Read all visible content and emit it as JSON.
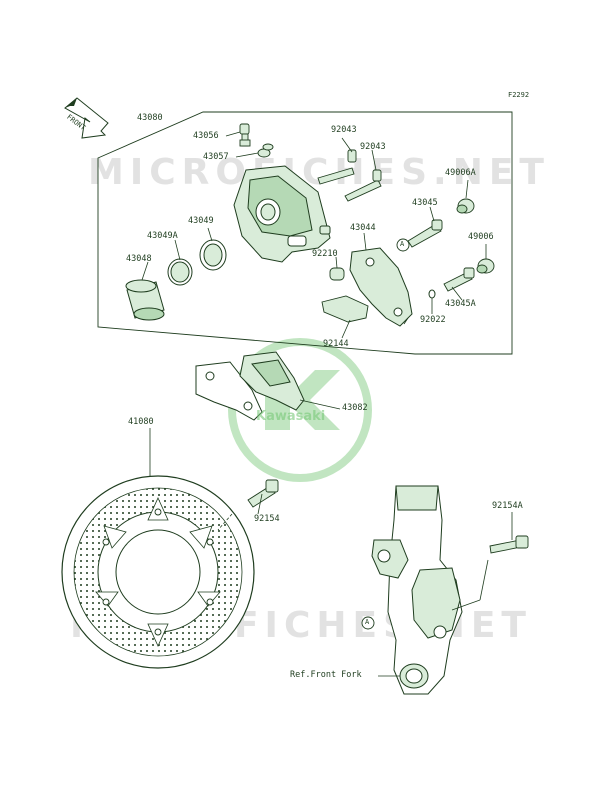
{
  "diagram_code": "F2292",
  "front_arrow_label": "FRONT",
  "watermark_text_top": "MICROFICHES.NET",
  "watermark_text_bottom": "MICROFICHES.NET",
  "logo_text": "Kawasaki",
  "reference_text": "Ref.Front Fork",
  "marker_label": "A",
  "parts": [
    {
      "id": "p43080",
      "number": "43080"
    },
    {
      "id": "p43056",
      "number": "43056"
    },
    {
      "id": "p43057",
      "number": "43057"
    },
    {
      "id": "p92043a",
      "number": "92043"
    },
    {
      "id": "p92043b",
      "number": "92043"
    },
    {
      "id": "p49006a",
      "number": "49006A"
    },
    {
      "id": "p43045",
      "number": "43045"
    },
    {
      "id": "p43049",
      "number": "43049"
    },
    {
      "id": "p43049a",
      "number": "43049A"
    },
    {
      "id": "p43044",
      "number": "43044"
    },
    {
      "id": "p49006",
      "number": "49006"
    },
    {
      "id": "p43048",
      "number": "43048"
    },
    {
      "id": "p92210",
      "number": "92210"
    },
    {
      "id": "p43045a",
      "number": "43045A"
    },
    {
      "id": "p92022",
      "number": "92022"
    },
    {
      "id": "p92144",
      "number": "92144"
    },
    {
      "id": "p43082",
      "number": "43082"
    },
    {
      "id": "p41080",
      "number": "41080"
    },
    {
      "id": "p92154",
      "number": "92154"
    },
    {
      "id": "p92154a",
      "number": "92154A"
    }
  ],
  "colors": {
    "line": "#1f3d1f",
    "part_fill": "#d9ecd9",
    "part_shade": "#b5d9b5",
    "watermark": "#999999",
    "logo_green": "#8fd18f"
  }
}
